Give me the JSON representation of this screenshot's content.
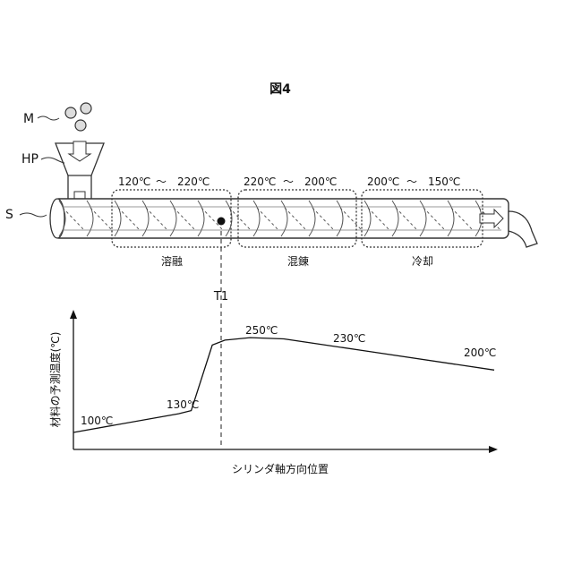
{
  "figure": {
    "title": "図4"
  },
  "labels": {
    "material": "M",
    "hopper": "HP",
    "screw": "S",
    "position_marker": "T1"
  },
  "zones": [
    {
      "temp_start": "120℃",
      "tilde": "～",
      "temp_end": "220℃",
      "name": "溶融"
    },
    {
      "temp_start": "220℃",
      "tilde": "～",
      "temp_end": "200℃",
      "name": "混錬"
    },
    {
      "temp_start": "200℃",
      "tilde": "～",
      "temp_end": "150℃",
      "name": "冷却"
    }
  ],
  "graph": {
    "ylabel": "材料の予測温度(℃)",
    "xlabel": "シリンダ軸方向位置",
    "annotations": [
      "100℃",
      "130℃",
      "250℃",
      "230℃",
      "200℃"
    ]
  },
  "chart_data": {
    "type": "line",
    "ylabel": "材料の予測温度(℃)",
    "xlabel": "シリンダ軸方向位置",
    "x": [
      0,
      0.25,
      0.28,
      0.33,
      0.36,
      0.42,
      0.5,
      0.7,
      1.0
    ],
    "y": [
      100,
      130,
      135,
      240,
      248,
      252,
      250,
      230,
      200
    ],
    "annotations": [
      {
        "text": "100℃",
        "x": 0.0
      },
      {
        "text": "130℃",
        "x": 0.25
      },
      {
        "text": "250℃",
        "x": 0.42
      },
      {
        "text": "230℃",
        "x": 0.7
      },
      {
        "text": "200℃",
        "x": 1.0
      }
    ],
    "grid": false
  }
}
